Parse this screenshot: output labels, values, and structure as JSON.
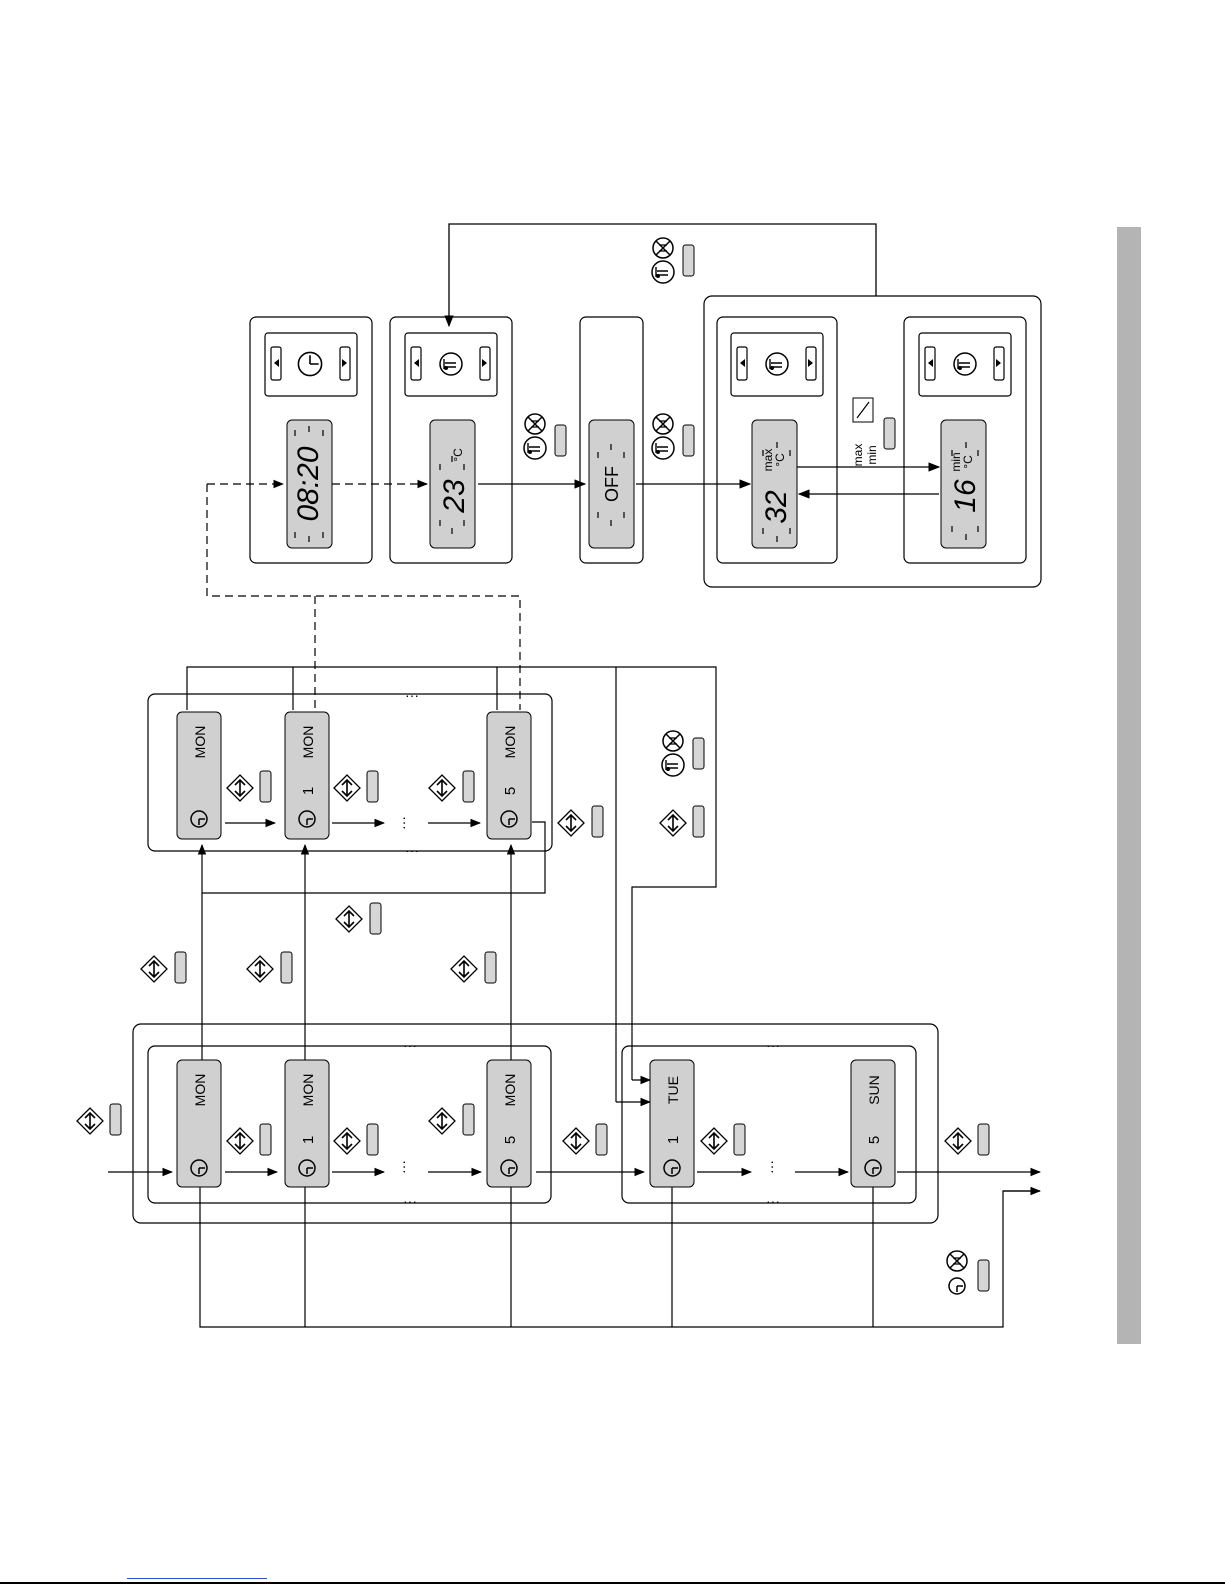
{
  "clock_display": "08:20",
  "temp_display": {
    "value": "23",
    "unit": "°C"
  },
  "off_display": "OFF",
  "max_display": {
    "value": "32",
    "label": "max",
    "unit": "°C"
  },
  "min_display": {
    "value": "16",
    "label": "min",
    "unit": "°C"
  },
  "maxmin_button_label": {
    "top": "max",
    "bottom": "min"
  },
  "day_labels": {
    "mon": "MON",
    "tue": "TUE",
    "sun": "SUN"
  },
  "program_numbers": {
    "p1": "1",
    "p5": "5"
  },
  "ellipsis": "···",
  "colors": {
    "lcd": "#d0d0d0",
    "line": "#000000",
    "sidebar": "#b4b4b4"
  },
  "icons": [
    "clock-icon",
    "thermometer-icon",
    "cancel-icon",
    "up-down-arrow-icon",
    "sun-snow-fan-icon",
    "triangle-left-icon",
    "triangle-right-icon"
  ]
}
